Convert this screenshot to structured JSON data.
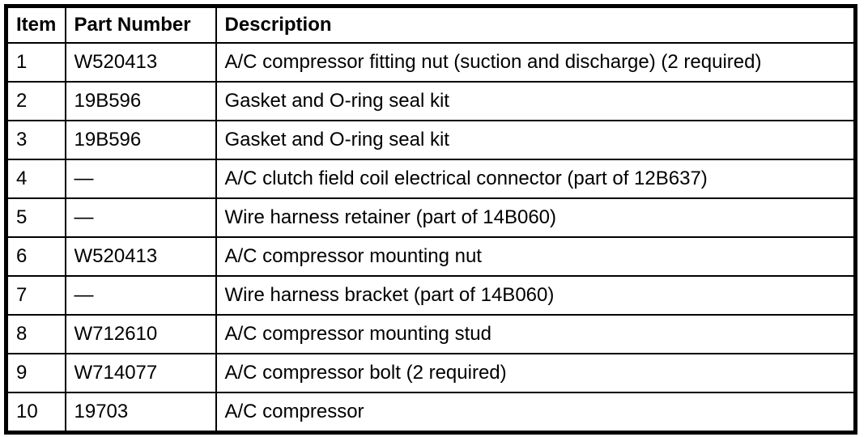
{
  "document": {
    "background_color": "#ffffff",
    "border_color": "#000000",
    "text_color": "#000000"
  },
  "table": {
    "columns": [
      {
        "key": "item",
        "label": "Item"
      },
      {
        "key": "part_number",
        "label": "Part Number"
      },
      {
        "key": "description",
        "label": "Description"
      }
    ],
    "rows": [
      {
        "item": "1",
        "part_number": "W520413",
        "description": "A/C compressor fitting nut (suction and discharge) (2 required)"
      },
      {
        "item": "2",
        "part_number": "19B596",
        "description": "Gasket and O-ring seal kit"
      },
      {
        "item": "3",
        "part_number": "19B596",
        "description": "Gasket and O-ring seal kit"
      },
      {
        "item": "4",
        "part_number": "—",
        "description": "A/C clutch field coil electrical connector (part of 12B637)"
      },
      {
        "item": "5",
        "part_number": "—",
        "description": "Wire harness retainer (part of 14B060)"
      },
      {
        "item": "6",
        "part_number": "W520413",
        "description": "A/C compressor mounting nut"
      },
      {
        "item": "7",
        "part_number": "—",
        "description": "Wire harness bracket (part of 14B060)"
      },
      {
        "item": "8",
        "part_number": "W712610",
        "description": "A/C compressor mounting stud"
      },
      {
        "item": "9",
        "part_number": "W714077",
        "description": "A/C compressor bolt (2 required)"
      },
      {
        "item": "10",
        "part_number": "19703",
        "description": "A/C compressor"
      }
    ]
  }
}
